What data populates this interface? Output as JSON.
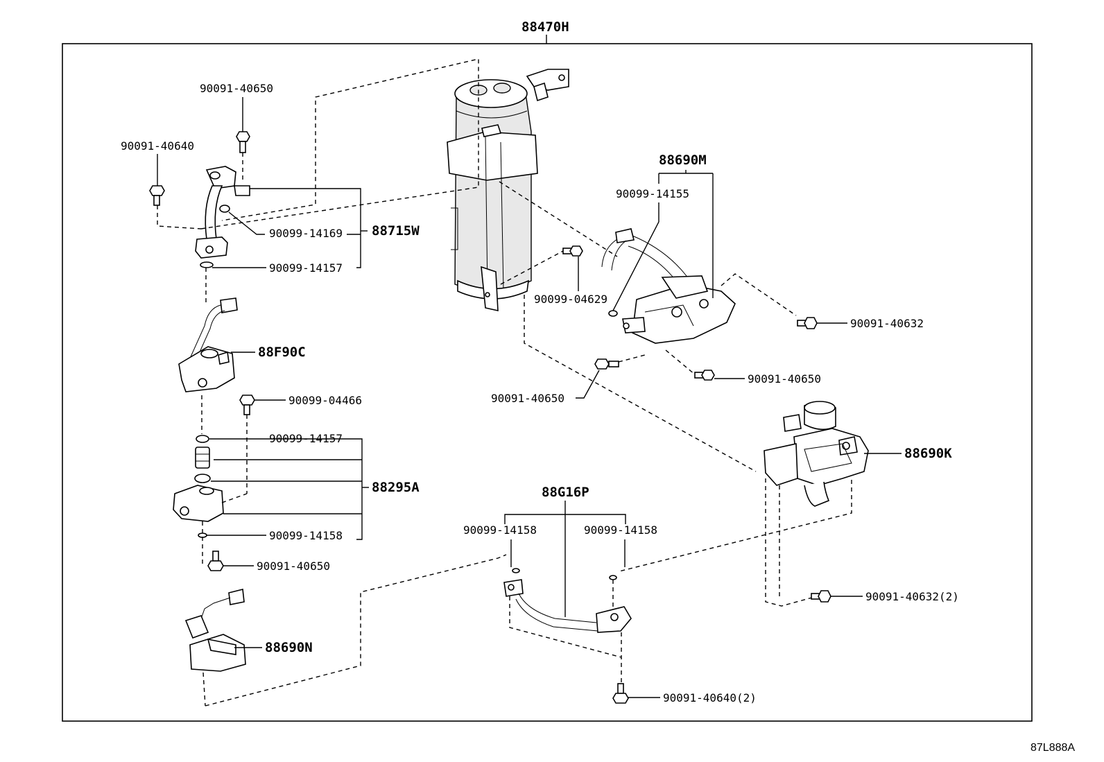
{
  "diagram_code": "87L888A",
  "assembly": {
    "number": "88470H"
  },
  "callouts": {
    "p88690m": "88690M",
    "p88715w": "88715W",
    "p88f90c": "88F90C",
    "p88295a": "88295A",
    "p88690k": "88690K",
    "p88g16p": "88G16P",
    "p88690n": "88690N",
    "bolt_40650_top": "90091-40650",
    "bolt_40640_left": "90091-40640",
    "oring_14169": "90099-14169",
    "oring_14157_a": "90099-14157",
    "oring_14155": "90099-14155",
    "bolt_04629": "90099-04629",
    "bolt_40632": "90091-40632",
    "bolt_40650_mid_right": "90091-40650",
    "bolt_40650_mid_left": "90091-40650",
    "bolt_04466": "90099-04466",
    "oring_14157_b": "90099-14157",
    "oring_14158_left": "90099-14158",
    "bolt_40650_low": "90091-40650",
    "oring_14158_a": "90099-14158",
    "oring_14158_b": "90099-14158",
    "bolt_40632_2": "90091-40632(2)",
    "bolt_40640_2": "90091-40640(2)"
  }
}
